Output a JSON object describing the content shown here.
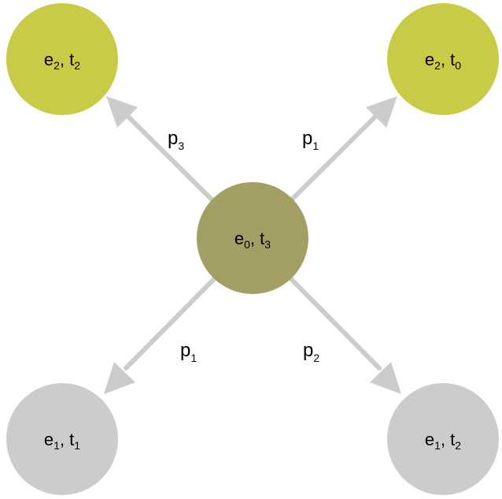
{
  "colors": {
    "center_node": "#a29e64",
    "top_nodes": "#c8cb46",
    "bottom_nodes": "#cccccc",
    "edges": "#cccccc",
    "text": "#000000"
  },
  "nodes": {
    "center": {
      "e": "e",
      "e_sub": "0",
      "sep": ", ",
      "t": "t",
      "t_sub": "3"
    },
    "top_left": {
      "e": "e",
      "e_sub": "2",
      "sep": ", ",
      "t": "t",
      "t_sub": "2"
    },
    "top_right": {
      "e": "e",
      "e_sub": "2",
      "sep": ", ",
      "t": "t",
      "t_sub": "0"
    },
    "bottom_left": {
      "e": "e",
      "e_sub": "1",
      "sep": ", ",
      "t": "t",
      "t_sub": "1"
    },
    "bottom_right": {
      "e": "e",
      "e_sub": "1",
      "sep": ", ",
      "t": "t",
      "t_sub": "2"
    }
  },
  "edges": {
    "to_top_left": {
      "p": "p",
      "p_sub": "3"
    },
    "to_top_right": {
      "p": "p",
      "p_sub": "1"
    },
    "to_bottom_left": {
      "p": "p",
      "p_sub": "1"
    },
    "to_bottom_right": {
      "p": "p",
      "p_sub": "2"
    }
  }
}
